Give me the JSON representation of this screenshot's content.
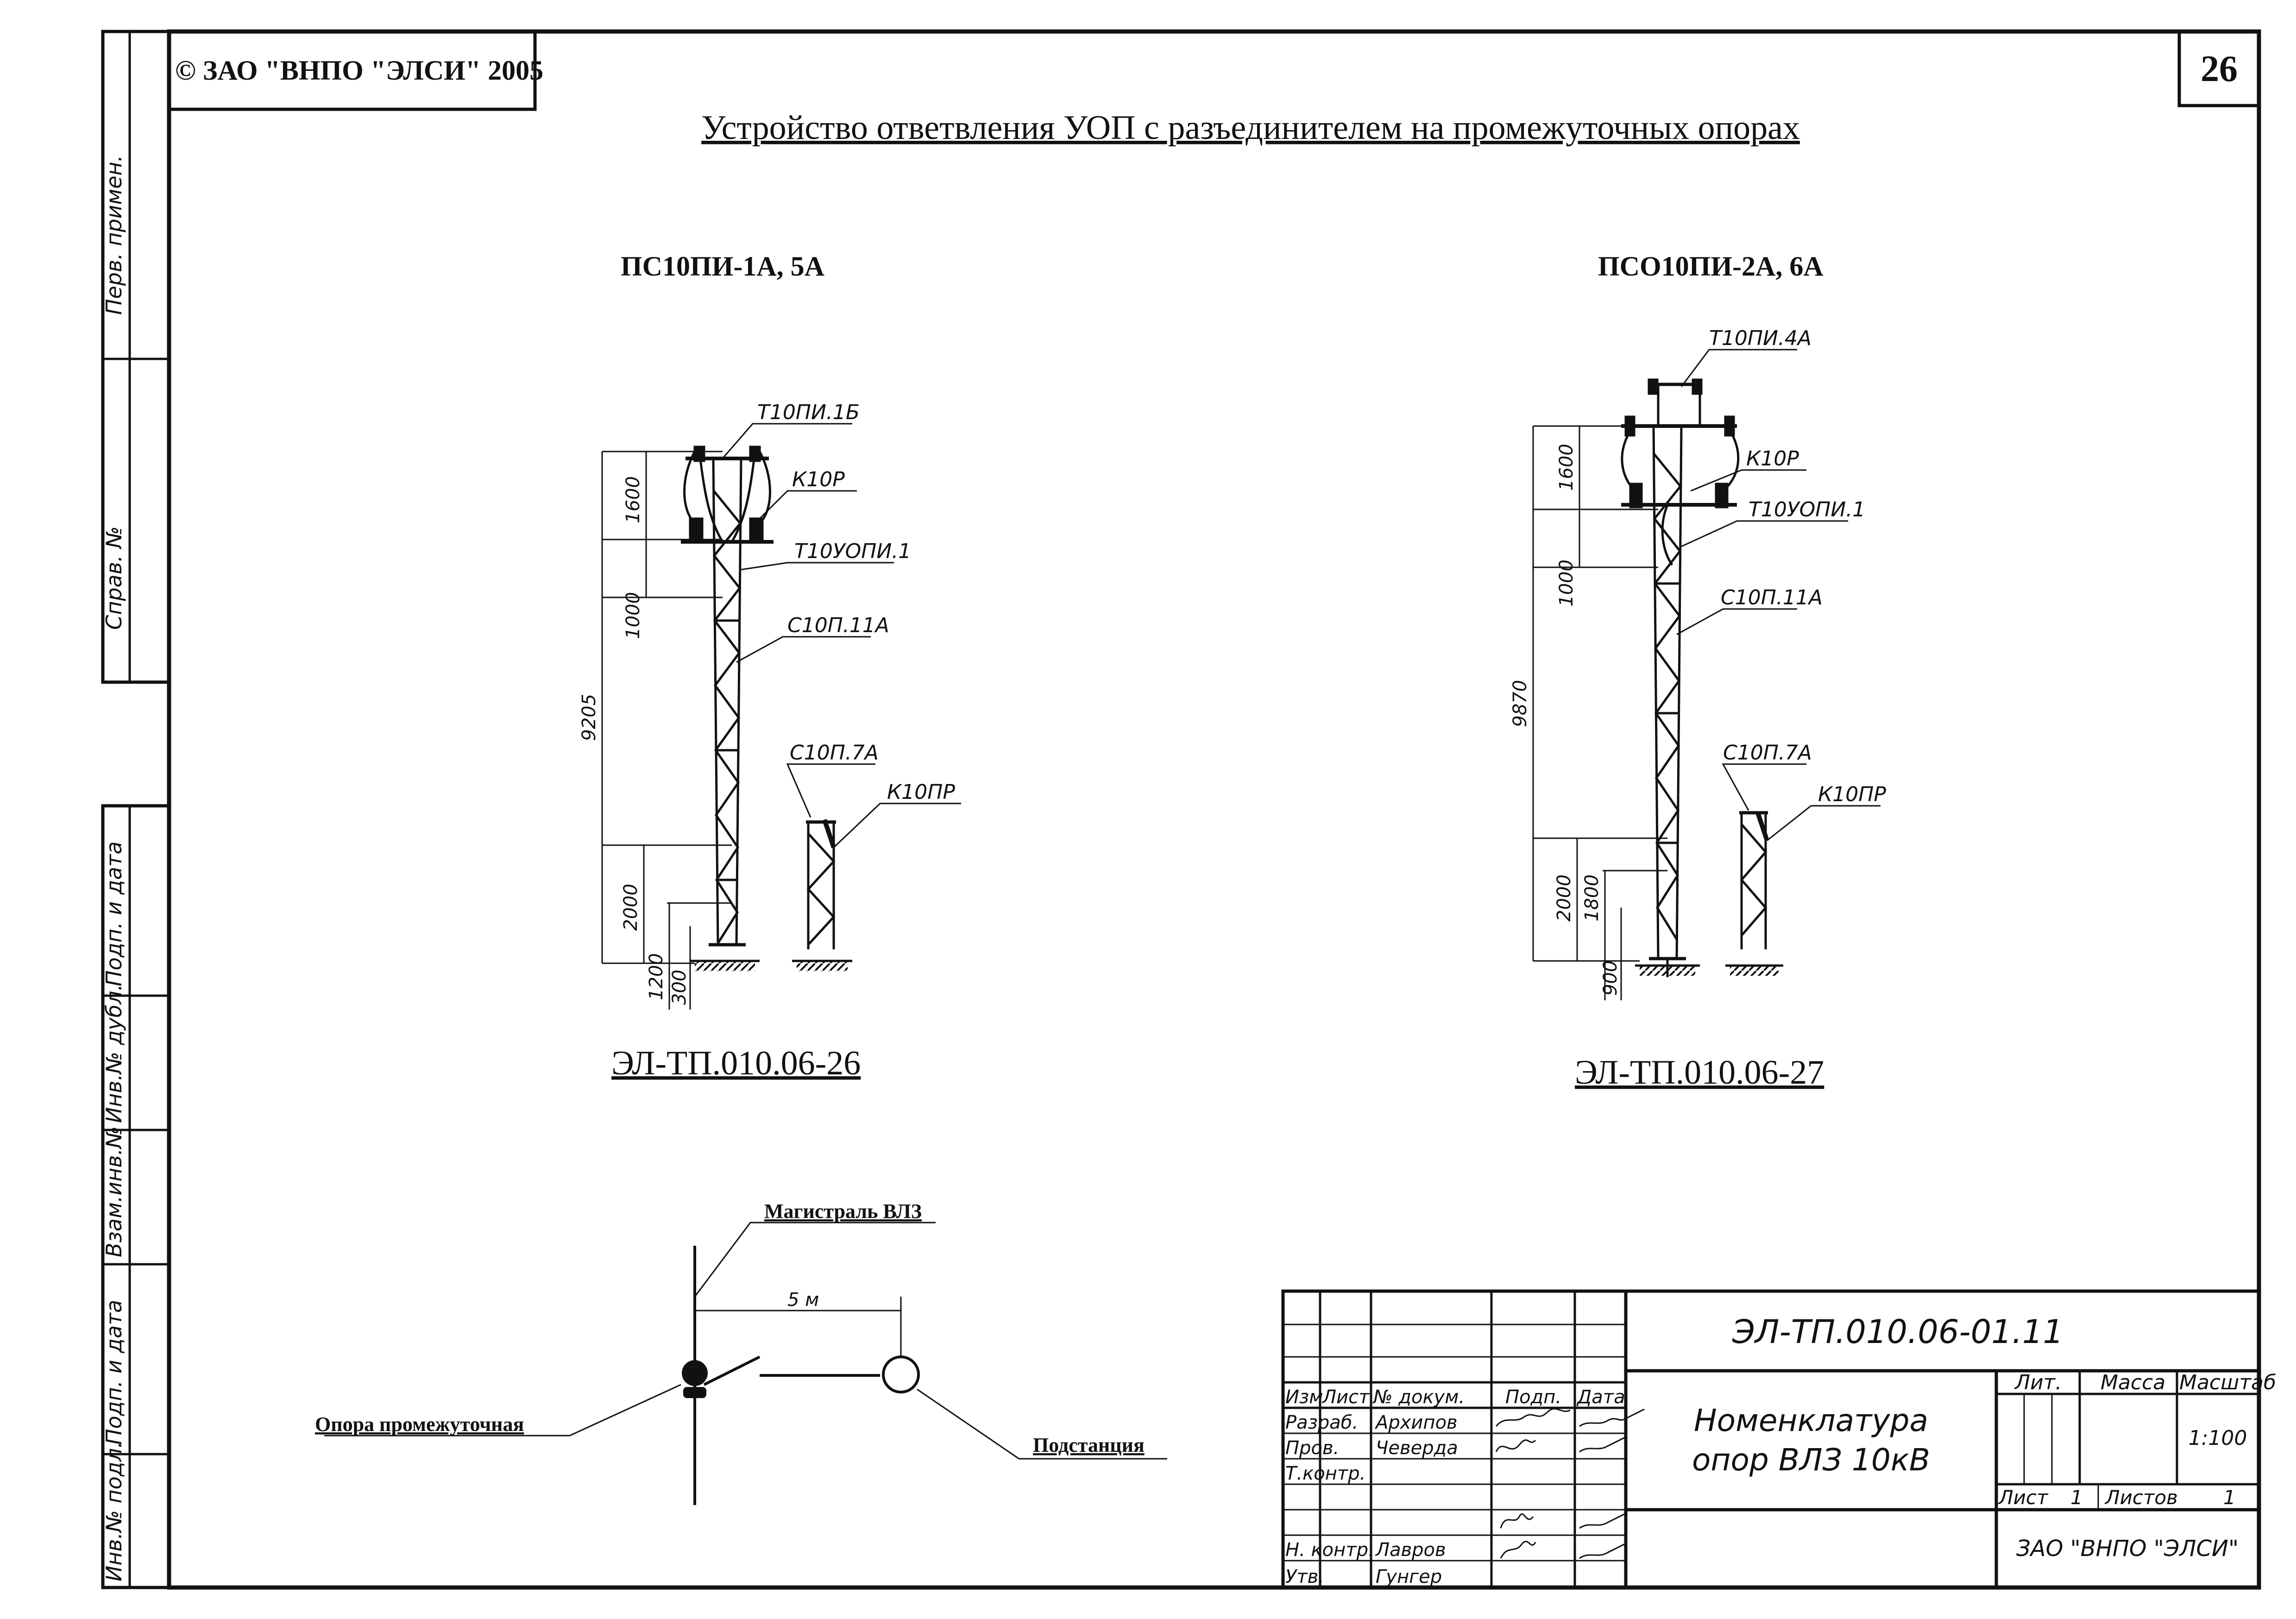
{
  "header": {
    "copyright": "© ЗАО \"ВНПО \"ЭЛСИ\" 2005",
    "sheet_number": "26",
    "title": "Устройство ответвления УОП с разъединителем на промежуточных опорах"
  },
  "margin_stamps": [
    "Перв. примен.",
    "Справ. №",
    "Подп. и дата",
    "Инв.№ дубл.",
    "Взам.инв.№",
    "Подп. и дата",
    "Инв.№ подл."
  ],
  "left_pole": {
    "name": "ПС10ПИ-1А, 5А",
    "doc_code": "ЭЛ-ТП.010.06-26",
    "labels": [
      "Т10ПИ.1Б",
      "К10Р",
      "Т10УОПИ.1",
      "С10П.11А",
      "С10П.7А",
      "К10ПР"
    ],
    "dims": [
      "9205",
      "1600",
      "1000",
      "2000",
      "1200",
      "300"
    ]
  },
  "right_pole": {
    "name": "ПСО10ПИ-2А, 6А",
    "doc_code": "ЭЛ-ТП.010.06-27",
    "labels": [
      "Т10ПИ.4А",
      "К10Р",
      "Т10УОПИ.1",
      "С10П.11А",
      "С10П.7А",
      "К10ПР"
    ],
    "dims": [
      "9870",
      "1600",
      "1000",
      "2000",
      "1800",
      "900"
    ]
  },
  "scheme": {
    "main_line": "Магистраль ВЛЗ",
    "distance": "5 м",
    "pole_label": "Опора промежуточная",
    "substation_label": "Подстанция"
  },
  "title_block": {
    "designation": "ЭЛ-ТП.010.06-01.11",
    "name_line1": "Номенклатура",
    "name_line2": "опор ВЛЗ 10кВ",
    "col_headers": [
      "Изм",
      "Лист",
      "№ докум.",
      "Подп.",
      "Дата"
    ],
    "roles": [
      "Разраб.",
      "Пров.",
      "Т.контр.",
      "Н. контр.",
      "Утв."
    ],
    "persons": [
      "Архипов",
      "Чеверда",
      "",
      "Лавров",
      "Гунгер"
    ],
    "lit_label": "Лит.",
    "mass_label": "Масса",
    "scale_label": "Масштаб",
    "scale_value": "1:100",
    "sheet_label": "Лист",
    "sheet_value": "1",
    "sheets_label": "Листов",
    "sheets_value": "1",
    "company": "ЗАО \"ВНПО \"ЭЛСИ\""
  }
}
